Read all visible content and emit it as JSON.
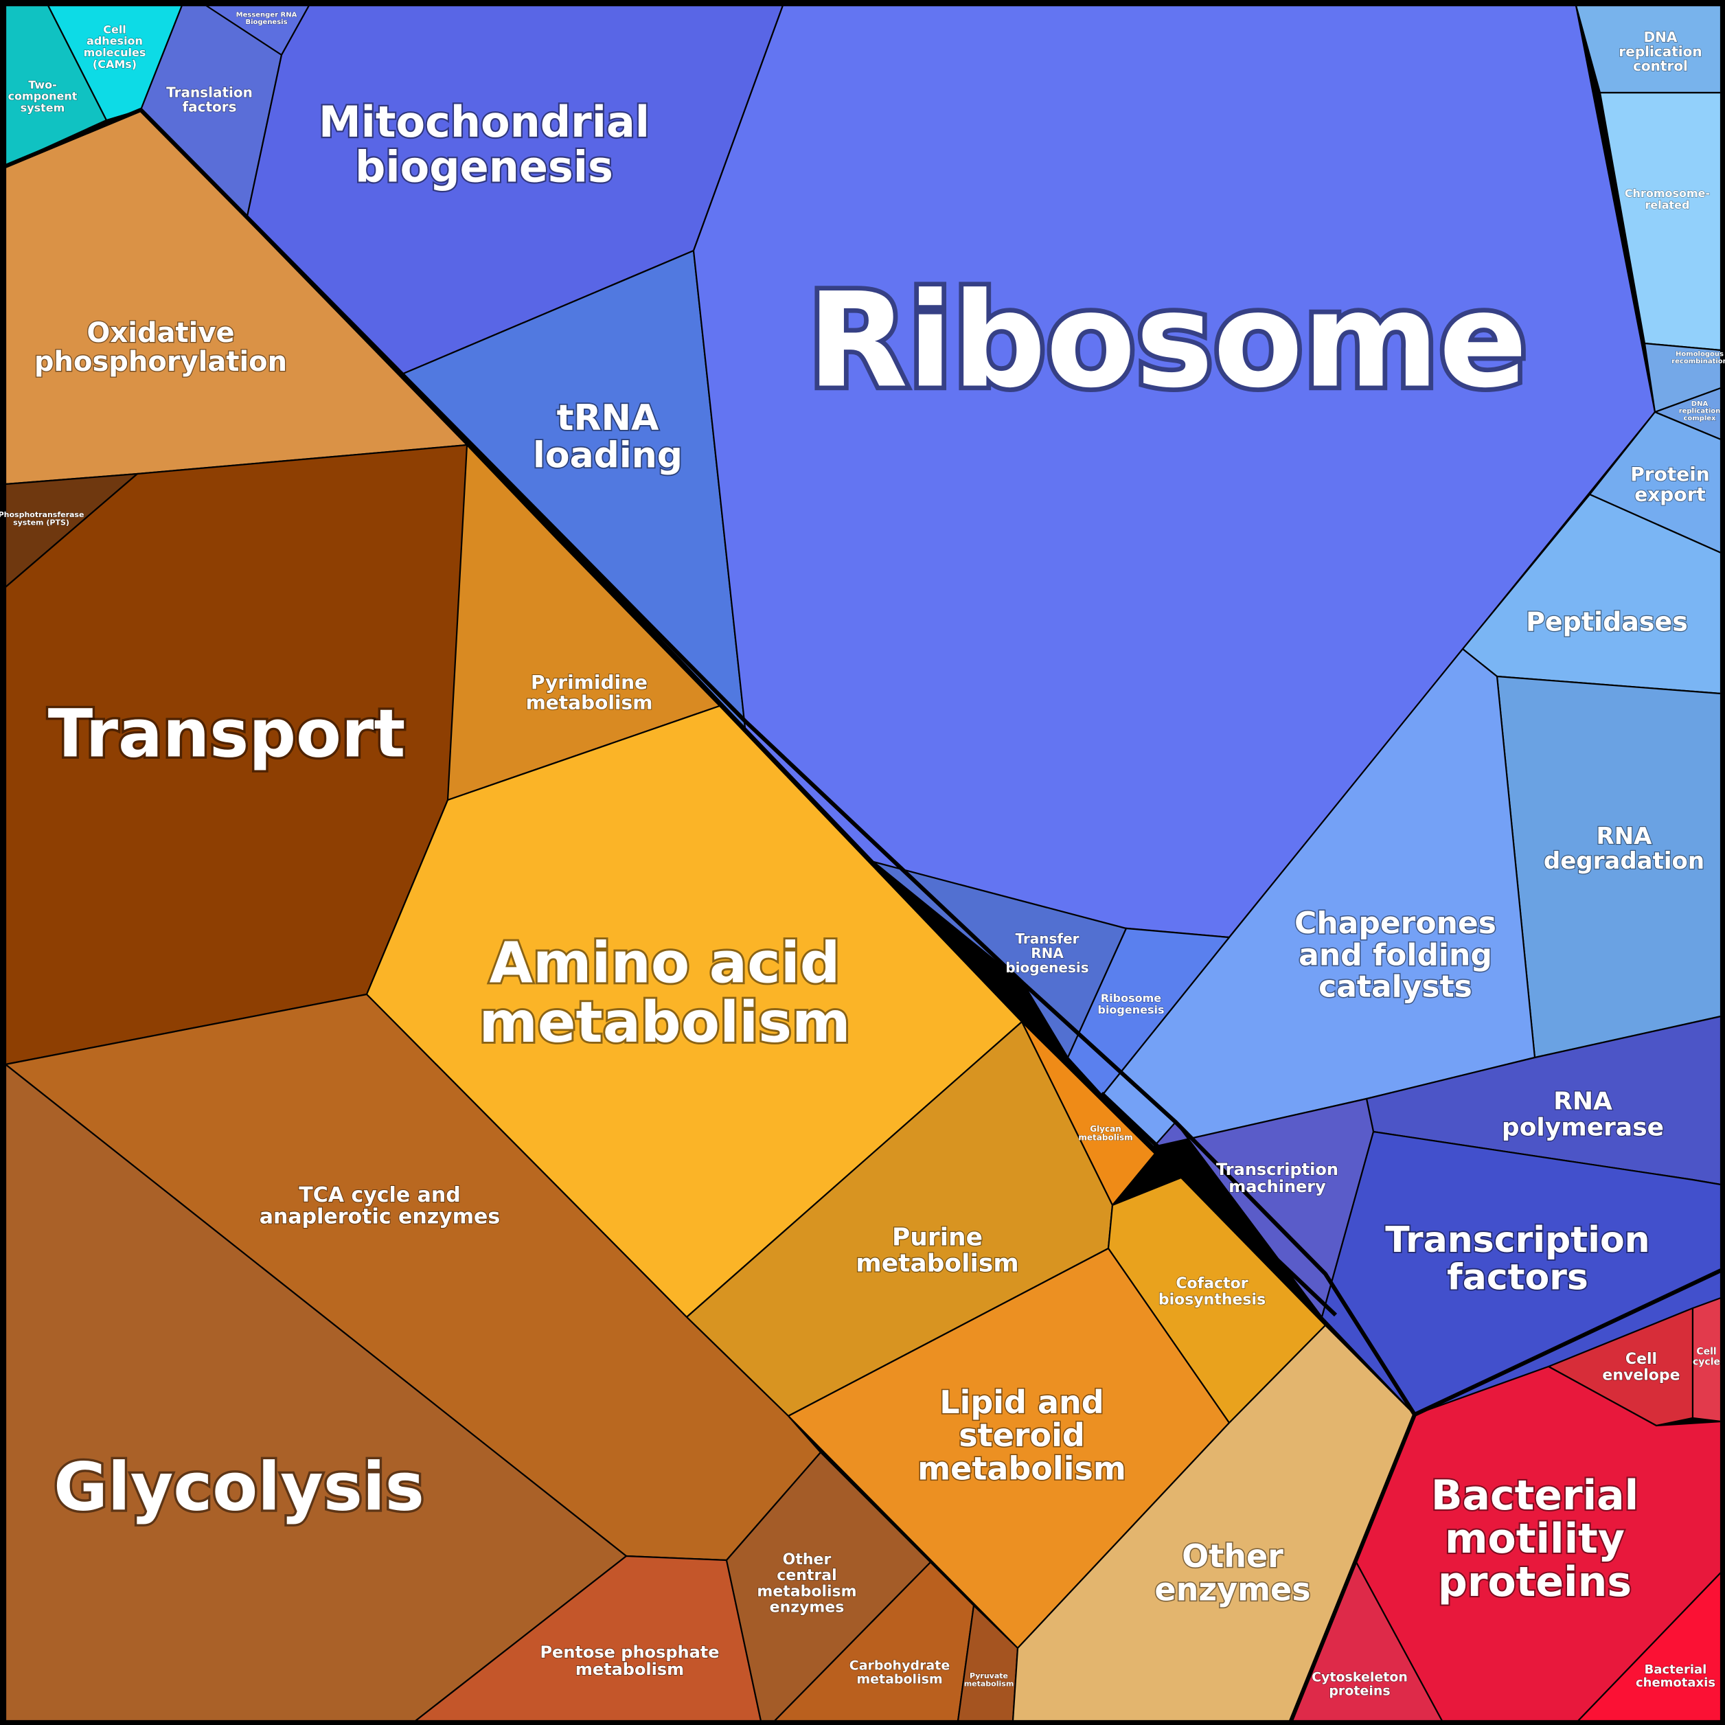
{
  "chart_data": {
    "type": "treemap",
    "title": "",
    "groups": [
      {
        "key": "info",
        "color": "#5b6fe6"
      },
      {
        "key": "metab",
        "color": "#b0652a"
      },
      {
        "key": "signal",
        "color": "#17c9cf"
      },
      {
        "key": "cellular",
        "color": "#e5203e"
      }
    ],
    "cells": [
      {
        "id": "two-component-system",
        "label": "Two-\ncomponent\nsystem",
        "group": "signal",
        "color": "#10c2c2"
      },
      {
        "id": "cell-adhesion-molecules",
        "label": "Cell\nadhesion\nmolecules\n(CAMs)",
        "group": "signal",
        "color": "#0ddbe6"
      },
      {
        "id": "translation-factors",
        "label": "Translation\nfactors",
        "group": "info",
        "color": "#5a6ed8"
      },
      {
        "id": "messenger-rna-biogenesis",
        "label": "Messenger RNA\nBiogenesis",
        "group": "info",
        "color": "#5c6fe0"
      },
      {
        "id": "mitochondrial-biogenesis",
        "label": "Mitochondrial\nbiogenesis",
        "group": "info",
        "color": "#5966e6"
      },
      {
        "id": "trna-loading",
        "label": "tRNA\nloading",
        "group": "info",
        "color": "#5179e0"
      },
      {
        "id": "ribosome",
        "label": "Ribosome",
        "group": "info",
        "color": "#6375f2"
      },
      {
        "id": "dna-replication-control",
        "label": "DNA\nreplication\ncontrol",
        "group": "info",
        "color": "#78b3ec"
      },
      {
        "id": "chromosome-related",
        "label": "Chromosome-\nrelated",
        "group": "info",
        "color": "#92d0fb"
      },
      {
        "id": "homologous-recombination",
        "label": "Homologous\nrecombination",
        "group": "info",
        "color": "#74a8e8"
      },
      {
        "id": "dna-replication-complex",
        "label": "DNA\nreplication\ncomplex",
        "group": "info",
        "color": "#6fa0e6"
      },
      {
        "id": "protein-export",
        "label": "Protein\nexport",
        "group": "info",
        "color": "#74acf0"
      },
      {
        "id": "peptidases",
        "label": "Peptidases",
        "group": "info",
        "color": "#7ab5f4"
      },
      {
        "id": "rna-degradation",
        "label": "RNA\ndegradation",
        "group": "info",
        "color": "#6aa2e3"
      },
      {
        "id": "chaperones-and-folding-catalysts",
        "label": "Chaperones\nand folding\ncatalysts",
        "group": "info",
        "color": "#74a1f6"
      },
      {
        "id": "transfer-rna-biogenesis",
        "label": "Transfer\nRNA\nbiogenesis",
        "group": "info",
        "color": "#5270d1"
      },
      {
        "id": "ribosome-biogenesis",
        "label": "Ribosome\nbiogenesis",
        "group": "info",
        "color": "#5a80ee"
      },
      {
        "id": "rna-polymerase",
        "label": "RNA\npolymerase",
        "group": "info",
        "color": "#4c55c7"
      },
      {
        "id": "transcription-machinery",
        "label": "Transcription\nmachinery",
        "group": "info",
        "color": "#5a5cc9"
      },
      {
        "id": "transcription-factors",
        "label": "Transcription\nfactors",
        "group": "info",
        "color": "#4250cc"
      },
      {
        "id": "oxidative-phosphorylation",
        "label": "Oxidative\nphosphorylation",
        "group": "metab",
        "color": "#da9246"
      },
      {
        "id": "phosphotransferase-system",
        "label": "Phosphotransferase\nsystem (PTS)",
        "group": "metab",
        "color": "#6f380f"
      },
      {
        "id": "transport",
        "label": "Transport",
        "group": "metab",
        "color": "#8e3f02"
      },
      {
        "id": "pyrimidine-metabolism",
        "label": "Pyrimidine\nmetabolism",
        "group": "metab",
        "color": "#d98a22"
      },
      {
        "id": "amino-acid-metabolism",
        "label": "Amino acid\nmetabolism",
        "group": "metab",
        "color": "#fbb427"
      },
      {
        "id": "glycan-metabolism",
        "label": "Glycan\nmetabolism",
        "group": "metab",
        "color": "#ef8b17"
      },
      {
        "id": "purine-metabolism",
        "label": "Purine\nmetabolism",
        "group": "metab",
        "color": "#d89421"
      },
      {
        "id": "cofactor-biosynthesis",
        "label": "Cofactor\nbiosynthesis",
        "group": "metab",
        "color": "#e9a21d"
      },
      {
        "id": "lipid-and-steroid-metabolism",
        "label": "Lipid and\nsteroid\nmetabolism",
        "group": "metab",
        "color": "#ec9022"
      },
      {
        "id": "tca-cycle",
        "label": "TCA cycle and\nanaplerotic enzymes",
        "group": "metab",
        "color": "#b96820"
      },
      {
        "id": "glycolysis",
        "label": "Glycolysis",
        "group": "metab",
        "color": "#aa6128"
      },
      {
        "id": "pentose-phosphate-metabolism",
        "label": "Pentose phosphate\nmetabolism",
        "group": "metab",
        "color": "#c4562a"
      },
      {
        "id": "other-central-metabolism-enzymes",
        "label": "Other\ncentral\nmetabolism\nenzymes",
        "group": "metab",
        "color": "#a45c28"
      },
      {
        "id": "carbohydrate-metabolism",
        "label": "Carbohydrate\nmetabolism",
        "group": "metab",
        "color": "#ba601e"
      },
      {
        "id": "pyruvate-metabolism",
        "label": "Pyruvate\nmetabolism",
        "group": "metab",
        "color": "#a55420"
      },
      {
        "id": "other-enzymes",
        "label": "Other\nenzymes",
        "group": "metab",
        "color": "#e3b56e"
      },
      {
        "id": "cell-envelope",
        "label": "Cell\nenvelope",
        "group": "cellular",
        "color": "#d72d39"
      },
      {
        "id": "cell-cycle",
        "label": "Cell\ncycle",
        "group": "cellular",
        "color": "#e23a4c"
      },
      {
        "id": "bacterial-motility-proteins",
        "label": "Bacterial\nmotility\nproteins",
        "group": "cellular",
        "color": "#e8183c"
      },
      {
        "id": "cytoskeleton-proteins",
        "label": "Cytoskeleton\nproteins",
        "group": "cellular",
        "color": "#de2a49"
      },
      {
        "id": "bacterial-chemotaxis",
        "label": "Bacterial\nchemotaxis",
        "group": "cellular",
        "color": "#fb1134"
      }
    ]
  }
}
